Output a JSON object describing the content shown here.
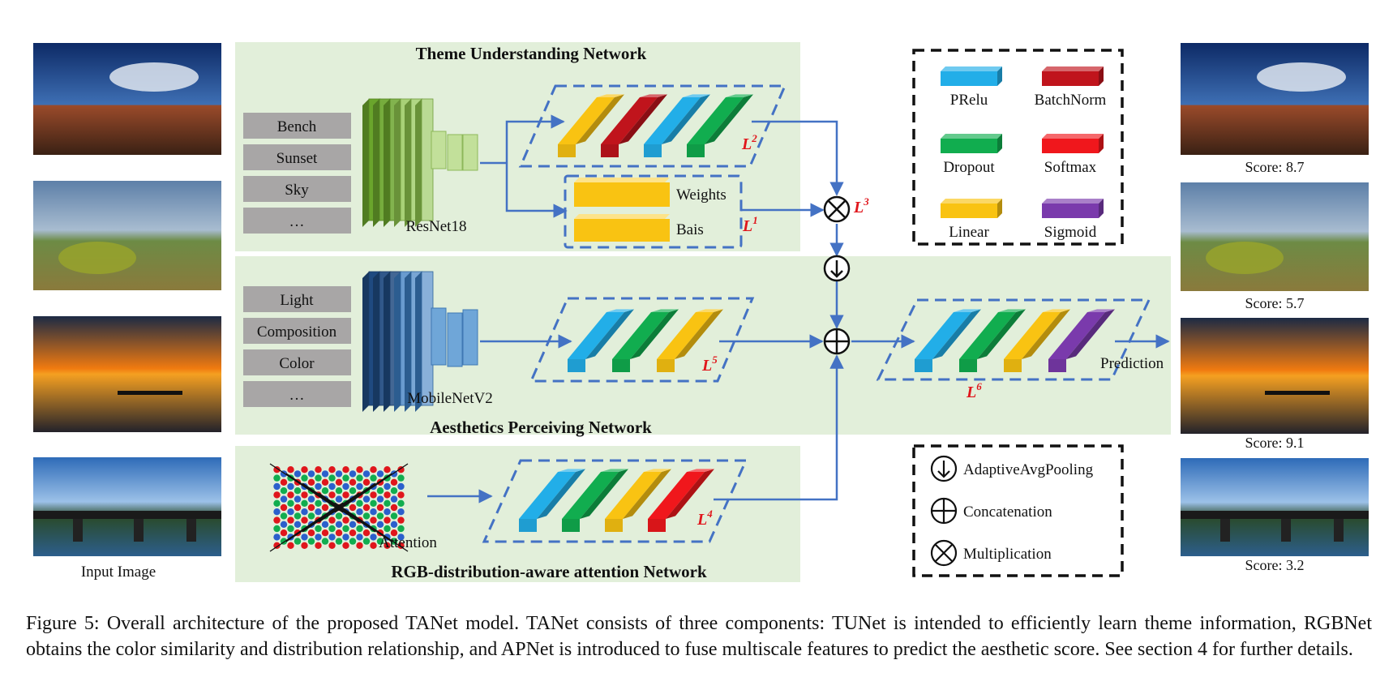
{
  "sections": {
    "tunet_title": "Theme Understanding Network",
    "apnet_title": "Aesthetics Perceiving Network",
    "rgbnet_title": "RGB-distribution-aware attention Network"
  },
  "tunet": {
    "themes": [
      "Bench",
      "Sunset",
      "Sky",
      "…"
    ],
    "backbone": "ResNet18",
    "weights_label": "Weights",
    "bias_label": "Bais",
    "loss_main": "L",
    "loss_main_sup": "2",
    "loss_wb": "L",
    "loss_wb_sup": "1",
    "loss_mul": "L",
    "loss_mul_sup": "3"
  },
  "apnet": {
    "attributes": [
      "Light",
      "Composition",
      "Color",
      "…"
    ],
    "backbone": "MobileNetV2",
    "loss_a": "L",
    "loss_a_sup": "5",
    "loss_b": "L",
    "loss_b_sup": "6",
    "prediction": "Prediction"
  },
  "rgbnet": {
    "attention_label": "Attention",
    "loss": "L",
    "loss_sup": "4"
  },
  "inputs": {
    "label": "Input Image"
  },
  "outputs": {
    "scores": [
      "Score: 8.7",
      "Score: 5.7",
      "Score: 9.1",
      "Score: 3.2"
    ]
  },
  "legend_layers": [
    {
      "name": "PRelu",
      "color": "#22aee8"
    },
    {
      "name": "BatchNorm",
      "color": "#c0141c"
    },
    {
      "name": "Dropout",
      "color": "#11ad4f"
    },
    {
      "name": "Softmax",
      "color": "#f0171c"
    },
    {
      "name": "Linear",
      "color": "#f9c312"
    },
    {
      "name": "Sigmoid",
      "color": "#7a3aac"
    }
  ],
  "legend_ops": {
    "pool": "AdaptiveAvgPooling",
    "concat": "Concatenation",
    "mult": "Multiplication"
  },
  "caption": "Figure 5: Overall architecture of the proposed TANet model. TANet consists of three components: TUNet is intended to efficiently learn theme information, RGBNet obtains the color similarity and distribution relationship, and APNet is introduced to fuse multiscale features to predict the aesthetic score. See section 4 for further details."
}
